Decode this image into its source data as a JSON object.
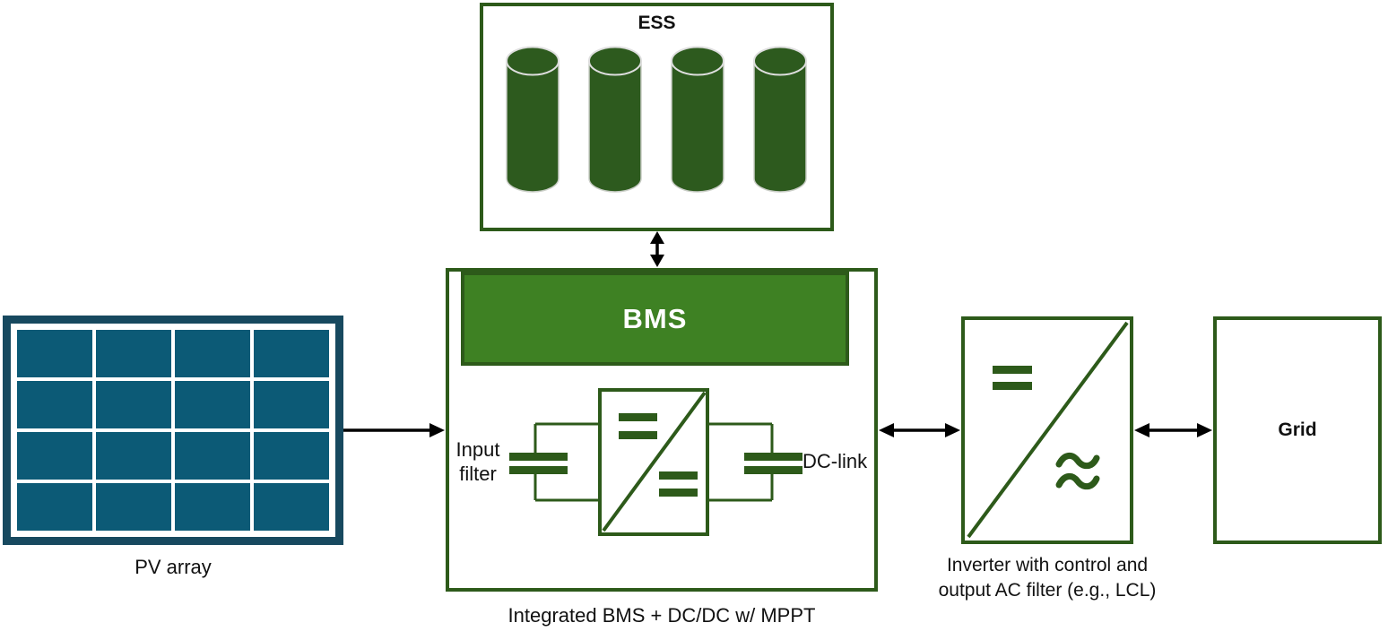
{
  "colors": {
    "dark_green": "#2d5a1a",
    "bms_green": "#3e8123",
    "bms_text": "#ffffff",
    "battery_green": "#2d5a1e",
    "battery_edge": "#dedede",
    "pv_frame": "#17495f",
    "pv_cell": "#0c5a76",
    "arrow": "#000000"
  },
  "blocks": {
    "ess": {
      "label": "ESS",
      "battery_count": 4
    },
    "pv_array": {
      "label": "PV array",
      "rows": 4,
      "cols": 4
    },
    "bms_converter": {
      "bms_label": "BMS",
      "input_filter": {
        "line1": "Input",
        "line2": "filter"
      },
      "dc_link_label": "DC-link",
      "caption": "Integrated BMS + DC/DC w/ MPPT"
    },
    "inverter": {
      "caption_line1": "Inverter with control and",
      "caption_line2": "output AC filter (e.g., LCL)"
    },
    "grid": {
      "label": "Grid"
    }
  },
  "connections": [
    {
      "from": "pv-array",
      "to": "bms-converter",
      "type": "single-arrow",
      "orientation": "horizontal"
    },
    {
      "from": "ess",
      "to": "bms-converter",
      "type": "double-arrow",
      "orientation": "vertical"
    },
    {
      "from": "bms-converter",
      "to": "inverter",
      "type": "double-arrow",
      "orientation": "horizontal"
    },
    {
      "from": "inverter",
      "to": "grid",
      "type": "double-arrow",
      "orientation": "horizontal"
    }
  ]
}
